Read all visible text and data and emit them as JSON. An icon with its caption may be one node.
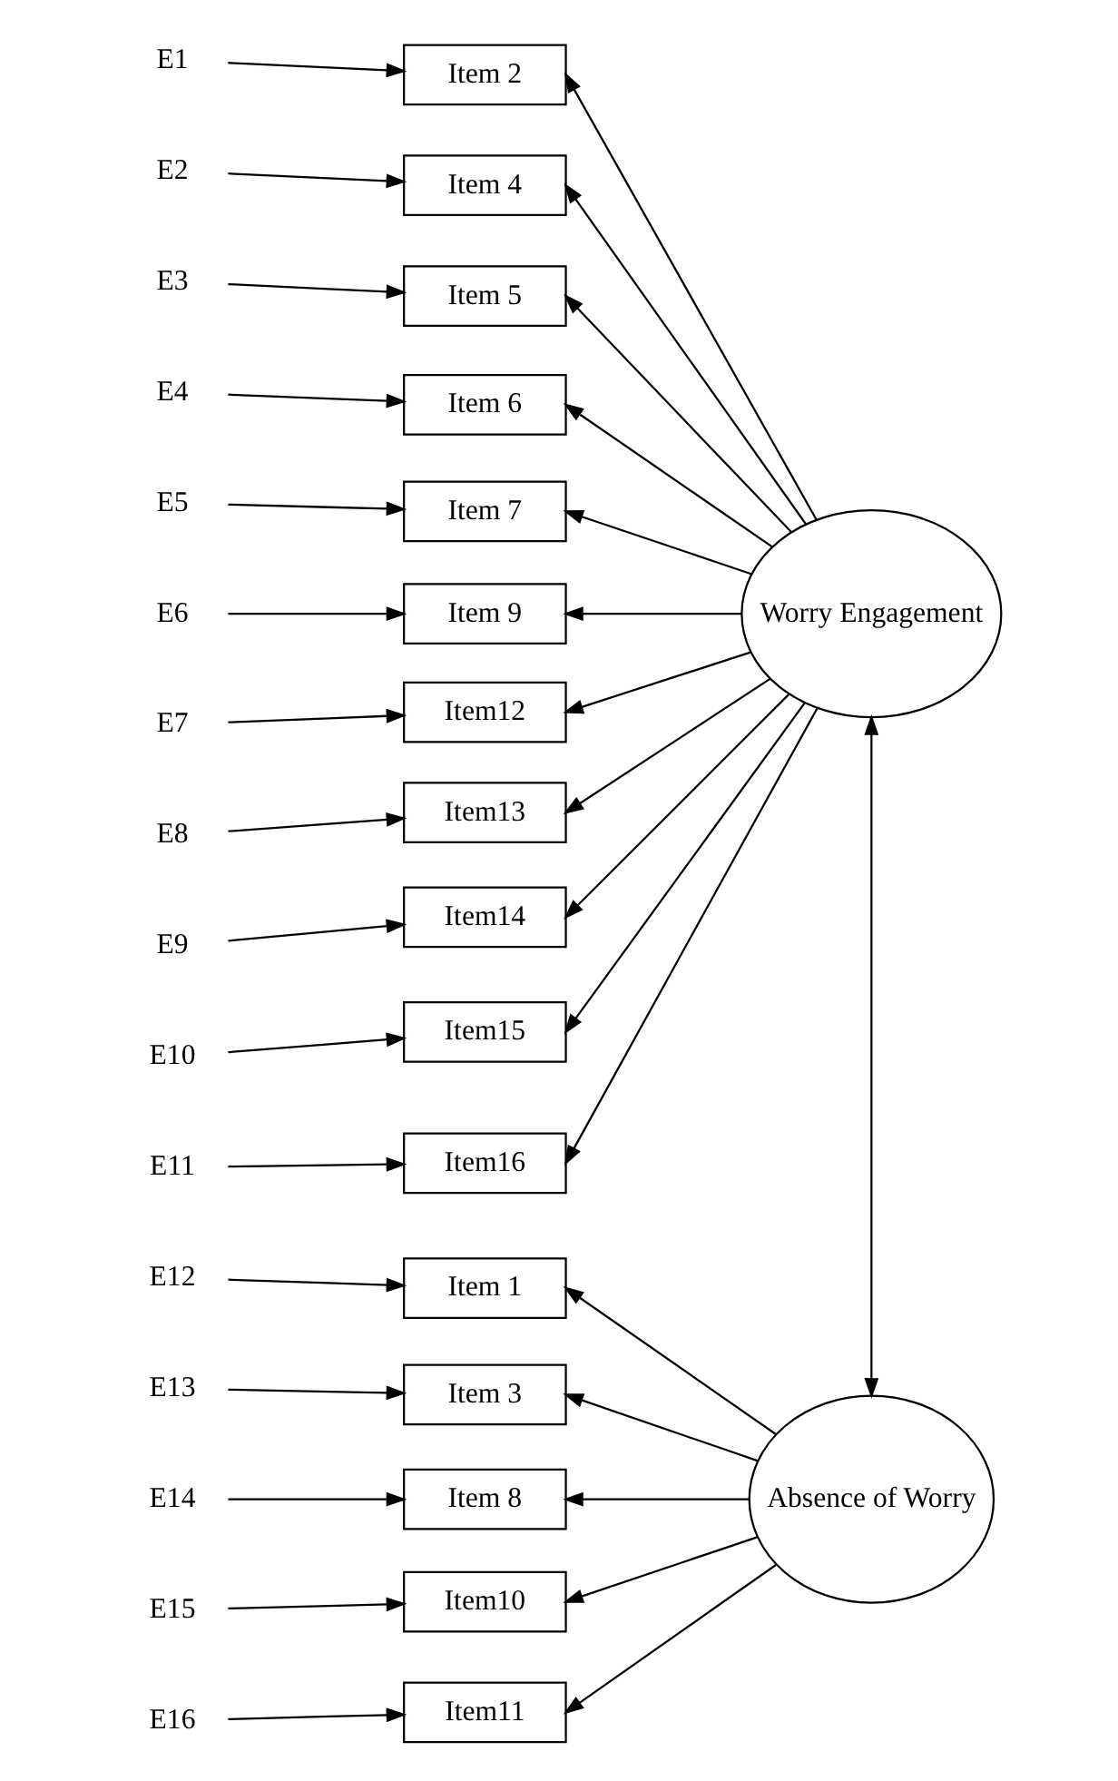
{
  "diagram": {
    "nodes": [
      {
        "text": [
          "E1"
        ]
      },
      {
        "text": [
          "E2"
        ]
      },
      {
        "text": [
          "E3"
        ]
      },
      {
        "text": [
          "E4"
        ]
      },
      {
        "text": [
          "E5"
        ]
      },
      {
        "text": [
          "E6"
        ]
      },
      {
        "text": [
          "E7"
        ]
      },
      {
        "text": [
          "E8"
        ]
      },
      {
        "text": [
          "E9"
        ]
      },
      {
        "text": [
          "E10"
        ]
      },
      {
        "text": [
          "E11"
        ]
      },
      {
        "text": [
          "E12"
        ]
      },
      {
        "text": [
          "E13"
        ]
      },
      {
        "text": [
          "E14"
        ]
      },
      {
        "text": [
          "E15"
        ]
      },
      {
        "text": [
          "E16"
        ]
      },
      {
        "text": [
          "Item 2"
        ]
      },
      {
        "text": [
          "Item 4"
        ]
      },
      {
        "text": [
          "Item 5"
        ]
      },
      {
        "text": [
          "Item 6"
        ]
      },
      {
        "text": [
          "Item 7"
        ]
      },
      {
        "text": [
          "Item 9"
        ]
      },
      {
        "text": [
          "Item12"
        ]
      },
      {
        "text": [
          "Item13"
        ]
      },
      {
        "text": [
          "Item14"
        ]
      },
      {
        "text": [
          "Item15"
        ]
      },
      {
        "text": [
          "Item16"
        ]
      },
      {
        "text": [
          "Item 1"
        ]
      },
      {
        "text": [
          "Item 3"
        ]
      },
      {
        "text": [
          "Item 8"
        ]
      },
      {
        "text": [
          "Item10"
        ]
      },
      {
        "text": [
          "Item11"
        ]
      },
      {
        "text": [
          "Worry Engagement"
        ]
      },
      {
        "text": [
          "Absence of Worry"
        ]
      }
    ],
    "edges": [
      {
        "from": 0,
        "to": 16,
        "arrow": "to"
      },
      {
        "from": 1,
        "to": 17,
        "arrow": "to"
      },
      {
        "from": 2,
        "to": 18,
        "arrow": "to"
      },
      {
        "from": 3,
        "to": 19,
        "arrow": "to"
      },
      {
        "from": 4,
        "to": 20,
        "arrow": "to"
      },
      {
        "from": 5,
        "to": 21,
        "arrow": "to"
      },
      {
        "from": 6,
        "to": 22,
        "arrow": "to"
      },
      {
        "from": 7,
        "to": 23,
        "arrow": "to"
      },
      {
        "from": 8,
        "to": 24,
        "arrow": "to"
      },
      {
        "from": 9,
        "to": 25,
        "arrow": "to"
      },
      {
        "from": 10,
        "to": 26,
        "arrow": "to"
      },
      {
        "from": 11,
        "to": 27,
        "arrow": "to"
      },
      {
        "from": 12,
        "to": 28,
        "arrow": "to"
      },
      {
        "from": 13,
        "to": 29,
        "arrow": "to"
      },
      {
        "from": 14,
        "to": 30,
        "arrow": "to"
      },
      {
        "from": 15,
        "to": 31,
        "arrow": "to"
      },
      {
        "from": 32,
        "to": 16,
        "arrow": "to"
      },
      {
        "from": 32,
        "to": 17,
        "arrow": "to"
      },
      {
        "from": 32,
        "to": 18,
        "arrow": "to"
      },
      {
        "from": 32,
        "to": 19,
        "arrow": "to"
      },
      {
        "from": 32,
        "to": 20,
        "arrow": "to"
      },
      {
        "from": 32,
        "to": 21,
        "arrow": "to"
      },
      {
        "from": 32,
        "to": 22,
        "arrow": "to"
      },
      {
        "from": 32,
        "to": 23,
        "arrow": "to"
      },
      {
        "from": 32,
        "to": 24,
        "arrow": "to"
      },
      {
        "from": 32,
        "to": 25,
        "arrow": "to"
      },
      {
        "from": 32,
        "to": 26,
        "arrow": "to"
      },
      {
        "from": 33,
        "to": 27,
        "arrow": "to"
      },
      {
        "from": 33,
        "to": 28,
        "arrow": "to"
      },
      {
        "from": 33,
        "to": 29,
        "arrow": "to"
      },
      {
        "from": 33,
        "to": 30,
        "arrow": "to"
      },
      {
        "from": 33,
        "to": 31,
        "arrow": "to"
      },
      {
        "from": 32,
        "to": 33,
        "arrow": "both"
      }
    ]
  }
}
